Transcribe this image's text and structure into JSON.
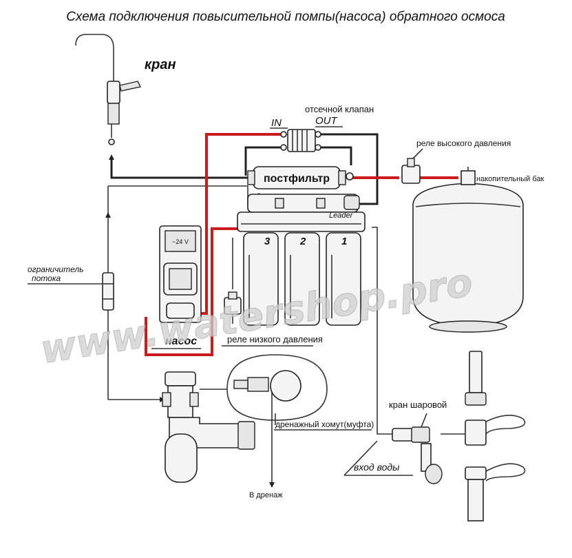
{
  "title": "Схема подключения повысительной помпы(насоса) обратного осмоса",
  "labels": {
    "faucet": "кран",
    "in": "IN",
    "out": "OUT",
    "shutoff_valve": "отсечной клапан",
    "high_pressure_switch": "реле высокого давления",
    "postfilter": "постфильтр",
    "storage_tank": "накопительный бак",
    "flow_restrictor": "ограничитель\nпотока",
    "pump": "насос",
    "low_pressure_switch": "реле низкого давления",
    "drain_clamp": "дренажный хомут(муфта)",
    "ball_valve": "кран шаровой",
    "water_inlet": "вход воды",
    "to_drain": "В дренаж",
    "brand": "Leader",
    "pump_display": "~24 V",
    "filter_1": "1",
    "filter_2": "2",
    "filter_3": "3"
  },
  "watermark": "www.watershop.pro",
  "colors": {
    "pump_line": "#cc1a1a",
    "pipe": "#222222",
    "background": "#ffffff"
  }
}
